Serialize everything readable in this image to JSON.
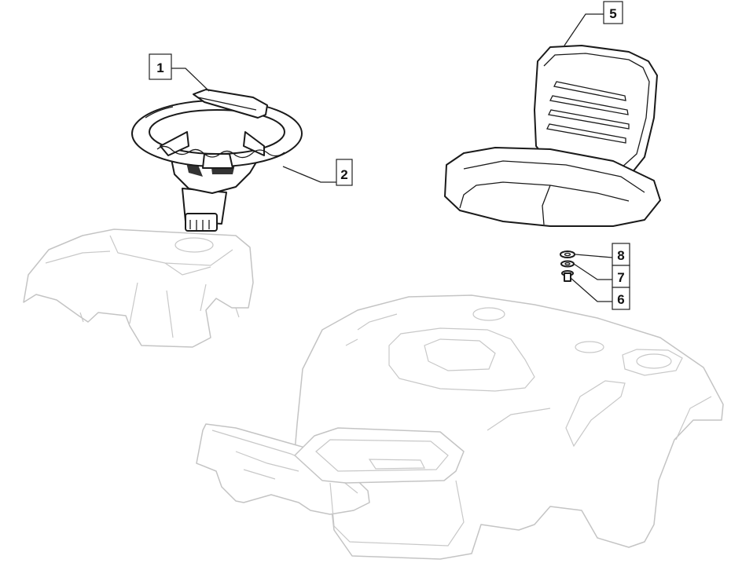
{
  "callouts": [
    {
      "id": "1",
      "label": "1"
    },
    {
      "id": "2",
      "label": "2"
    },
    {
      "id": "5",
      "label": "5"
    },
    {
      "id": "8",
      "label": "8"
    },
    {
      "id": "7",
      "label": "7"
    },
    {
      "id": "6",
      "label": "6"
    }
  ],
  "colors": {
    "line": "#1a1a1a",
    "ghost": "#c4c4c4",
    "background": "#ffffff"
  }
}
